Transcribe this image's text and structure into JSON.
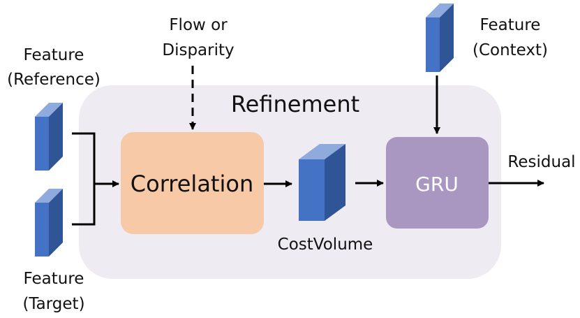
{
  "container": {
    "title": "Refinement"
  },
  "inputs": {
    "reference": {
      "line1": "Feature",
      "line2": "(Reference)"
    },
    "target": {
      "line1": "Feature",
      "line2": "(Target)"
    },
    "context": {
      "line1": "Feature",
      "line2": "(Context)"
    },
    "flow": {
      "line1": "Flow or",
      "line2": "Disparity"
    }
  },
  "blocks": {
    "correlation": "Correlation",
    "cost_volume": "CostVolume",
    "gru": "GRU"
  },
  "output": {
    "label": "Residual"
  },
  "colors": {
    "container_fill": "#eeebf3",
    "correlation_fill": "#f7c9a7",
    "gru_fill": "#a996c1",
    "gru_text": "#ffffff",
    "tensor_front": "#4472c4",
    "tensor_top": "#8faadc",
    "tensor_side": "#2f5597",
    "arrow": "#000000"
  }
}
